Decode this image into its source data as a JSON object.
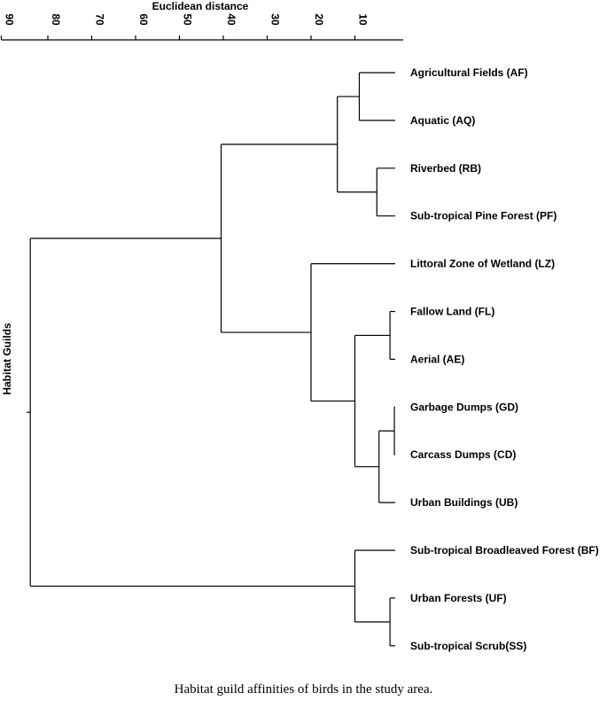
{
  "chart_data": {
    "type": "dendrogram",
    "xlabel": "Euclidean distance",
    "ylabel": "Habitat  Guilds",
    "xlim": [
      90,
      0
    ],
    "xticks": [
      90,
      80,
      70,
      60,
      50,
      40,
      30,
      20,
      10
    ],
    "axis_position": "top",
    "leaves": [
      "Agricultural Fields (AF)",
      "Aquatic (AQ)",
      "Riverbed (RB)",
      "Sub-tropical Pine Forest (PF)",
      "Littoral Zone of Wetland (LZ)",
      "Fallow Land (FL)",
      "Aerial (AE)",
      "Garbage Dumps (GD)",
      "Carcass Dumps (CD)",
      "Urban Buildings (UB)",
      "Sub-tropical Broadleaved Forest (BF)",
      "Urban Forests (UF)",
      "Sub-tropical Scrub(SS)"
    ],
    "tree": {
      "h": 84,
      "c": [
        {
          "h": 40.5,
          "c": [
            {
              "h": 14,
              "c": [
                {
                  "h": 9,
                  "c": [
                    0,
                    1
                  ]
                },
                {
                  "h": 5,
                  "c": [
                    2,
                    3
                  ]
                }
              ]
            },
            {
              "h": 20,
              "c": [
                4,
                {
                  "h": 10,
                  "c": [
                    {
                      "h": 2,
                      "c": [
                        5,
                        6
                      ]
                    },
                    {
                      "h": 4.5,
                      "c": [
                        {
                          "h": 1,
                          "c": [
                            7,
                            8
                          ]
                        },
                        9
                      ]
                    }
                  ]
                }
              ]
            }
          ]
        },
        {
          "h": 10,
          "c": [
            10,
            {
              "h": 2,
              "c": [
                11,
                12
              ]
            }
          ]
        }
      ]
    }
  },
  "caption": "Habitat guild affinities of birds in the study area."
}
